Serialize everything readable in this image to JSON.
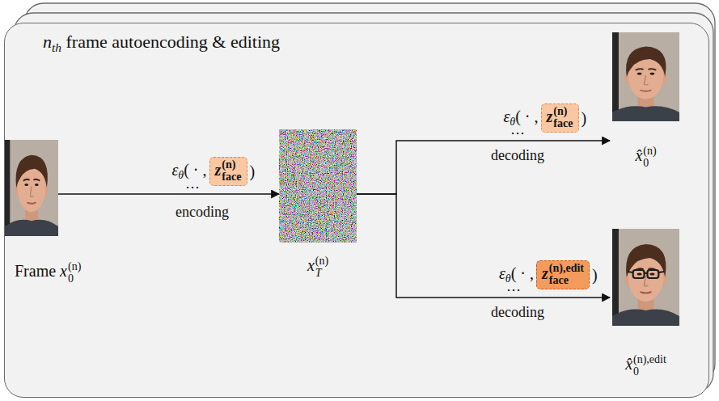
{
  "diagram": {
    "nodes": [
      {
        "text": [
          "n",
          "th",
          "frame autoencoding & editing"
        ]
      },
      {
        "text": [
          "Frame",
          "x",
          "0",
          "(n)"
        ],
        "in": 0
      },
      {
        "text": [
          "z",
          "face",
          "(n)"
        ],
        "in": 0
      },
      {
        "text": [
          "x",
          "T",
          "(n)"
        ],
        "in": 0
      },
      {
        "text": [
          "z",
          "face",
          "(n)"
        ],
        "in": 0
      },
      {
        "text": [
          "x̂",
          "0",
          "(n)"
        ],
        "in": 0
      },
      {
        "text": [
          "z",
          "face",
          "(n),edit"
        ],
        "in": 0
      },
      {
        "text": [
          "x̂",
          "0",
          "(n),edit"
        ],
        "in": 0
      }
    ],
    "edges": [
      {
        "from": 1,
        "to": 3,
        "arrow": "to"
      },
      {
        "from": 3,
        "to": 5,
        "arrow": "to"
      },
      {
        "from": 3,
        "to": 7,
        "arrow": "to"
      }
    ],
    "labels": [
      "ε",
      "θ",
      "( · ,",
      ")",
      "⋯",
      "encoding",
      "ε",
      "θ",
      "( · ,",
      ")",
      "⋯",
      "decoding",
      "ε",
      "θ",
      "( · ,",
      ")",
      "⋯",
      "decoding"
    ]
  }
}
